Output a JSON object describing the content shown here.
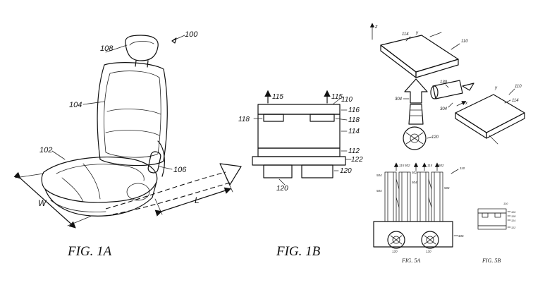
{
  "fig1a": {
    "caption": "FIG. 1A",
    "ref_100": "100",
    "ref_108": "108",
    "ref_104": "104",
    "ref_102": "102",
    "ref_106": "106",
    "dim_w": "W",
    "dim_l": "L"
  },
  "fig1b": {
    "caption": "FIG. 1B",
    "ref_110": "110",
    "ref_115a": "115",
    "ref_115b": "115",
    "ref_116": "116",
    "ref_118a": "118",
    "ref_118b": "118",
    "ref_114": "114",
    "ref_112": "112",
    "ref_122": "122",
    "ref_120a": "120",
    "ref_120b": "120"
  },
  "fig_right": {
    "axis_z1": "z",
    "axis_y1": "y",
    "ref_114_top": "114",
    "ref_110_top": "110",
    "ref_130": "130",
    "ref_304a": "304",
    "ref_304b": "304",
    "ref_110_mid": "110",
    "ref_114_mid": "114",
    "axis_y2": "y",
    "axis_x2": "x",
    "ref_120_fan": "120"
  },
  "fig5a": {
    "caption": "FIG. 5A",
    "ref_top_l1": "115",
    "ref_top_l2": "502",
    "ref_top_r1": "115",
    "ref_top_r2": "502",
    "ref_side": "110",
    "ref_504a": "504",
    "ref_504b": "504",
    "ref_504c": "504",
    "ref_504d": "504",
    "ref_502": "502",
    "ref_106": "106",
    "ref_120a": "120",
    "ref_120b": "120"
  },
  "fig5b": {
    "caption": "FIG. 5B",
    "ref_a": "110",
    "ref_b": "116",
    "ref_c": "118",
    "ref_d": "114",
    "ref_e": "112"
  },
  "colors": {
    "ink": "#111111",
    "paper": "#ffffff",
    "hatch": "#333333",
    "speckle": "#555555"
  }
}
